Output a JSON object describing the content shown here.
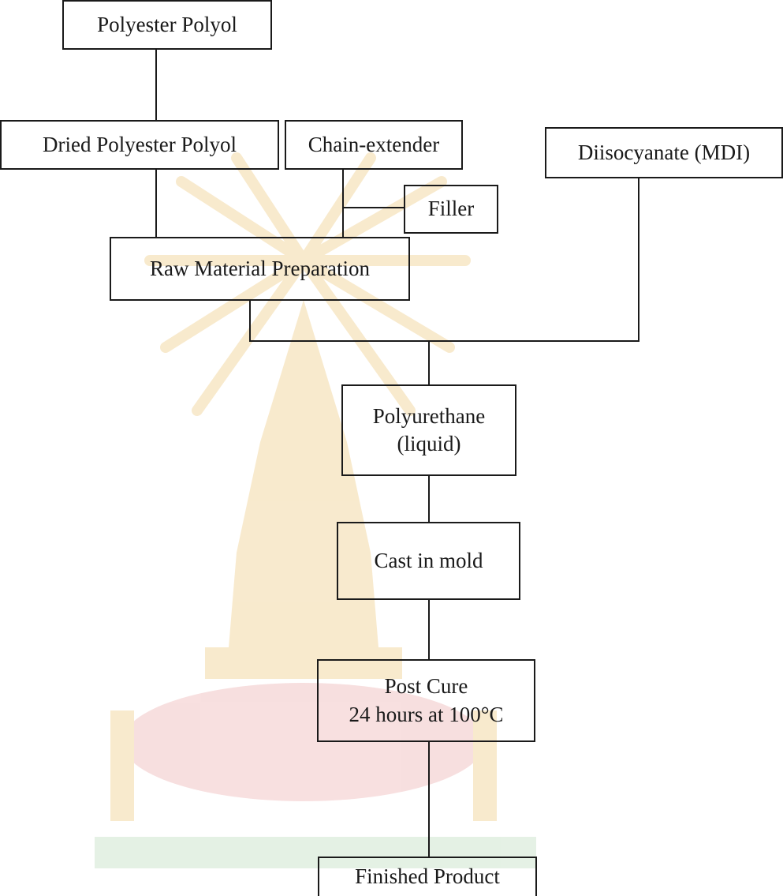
{
  "diagram": {
    "nodes": {
      "polyester_polyol": "Polyester Polyol",
      "dried_polyester_polyol": "Dried Polyester Polyol",
      "chain_extender": "Chain-extender",
      "diisocyanate": "Diisocyanate (MDI)",
      "filler": "Filler",
      "raw_material_preparation": "Raw Material Preparation",
      "polyurethane_line1": "Polyurethane",
      "polyurethane_line2": "(liquid)",
      "cast_in_mold": "Cast in mold",
      "post_cure_line1": "Post Cure",
      "post_cure_line2": "24 hours at 100°C",
      "finished_product": "Finished Product"
    }
  },
  "colors": {
    "ink": "#1a1a1a",
    "watermark": "#f3d9a6",
    "watermark_red": "#f2c6c6"
  }
}
